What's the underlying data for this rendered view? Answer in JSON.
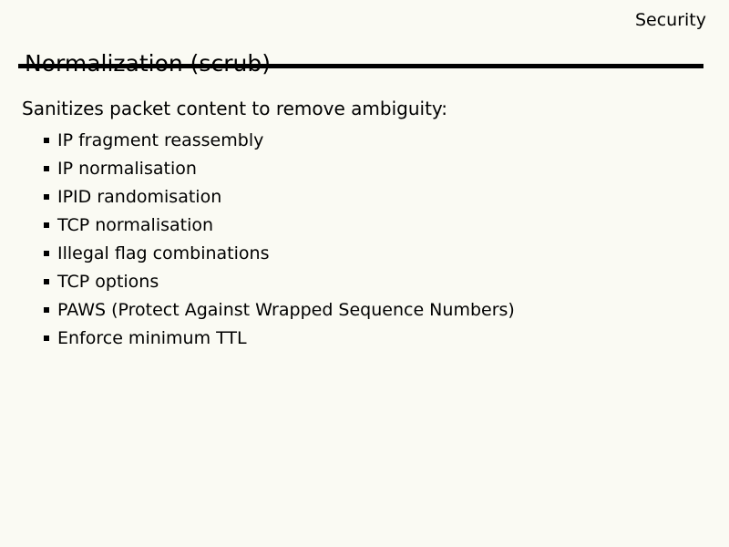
{
  "slide": {
    "corner_label": "Security",
    "title": "Normalization (scrub)",
    "intro": "Sanitizes packet content to remove ambiguity:",
    "bullets": [
      "IP fragment reassembly",
      "IP normalisation",
      "IPID randomisation",
      "TCP normalisation",
      "Illegal flag combinations",
      "TCP options",
      "PAWS (Protect Against Wrapped Sequence Numbers)",
      "Enforce minimum TTL"
    ],
    "colors": {
      "background": "#fafaf3",
      "text": "#000000",
      "rule": "#000000"
    }
  }
}
